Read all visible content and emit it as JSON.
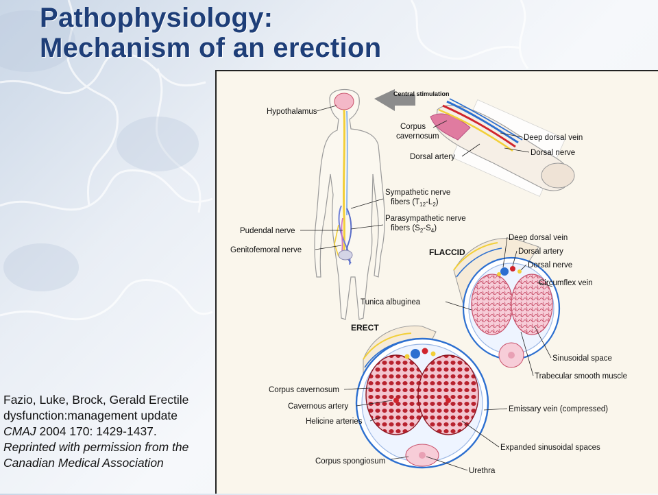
{
  "title": {
    "line1": "Pathophysiology:",
    "line2": "Mechanism of an erection"
  },
  "figure": {
    "body_labels": {
      "hypothalamus": "Hypothalamus",
      "central_stimulation": "Central stimulation",
      "sympathetic_line1": "Sympathetic nerve",
      "sympathetic_line2": "fibers (T",
      "sympathetic_sub1": "12",
      "sympathetic_sep": "-L",
      "sympathetic_sub2": "2",
      "sympathetic_close": ")",
      "parasympathetic_line1": "Parasympathetic nerve",
      "parasympathetic_line2": "fibers (S",
      "parasympathetic_sub1": "2",
      "parasympathetic_sep": "-S",
      "parasympathetic_sub2": "4",
      "parasympathetic_close": ")",
      "pudendal": "Pudendal nerve",
      "genitofemoral": "Genitofemoral nerve"
    },
    "penis_labels": {
      "corpus_cavernosum_line1": "Corpus",
      "corpus_cavernosum_line2": "cavernosum",
      "deep_dorsal_vein": "Deep dorsal vein",
      "dorsal_nerve": "Dorsal nerve",
      "dorsal_artery": "Dorsal artery"
    },
    "flaccid": {
      "heading": "FLACCID",
      "deep_dorsal_vein": "Deep dorsal vein",
      "dorsal_artery": "Dorsal artery",
      "dorsal_nerve": "Dorsal nerve",
      "circumflex_vein": "Circumflex vein",
      "tunica_albuginea": "Tunica albuginea",
      "sinusoidal_space": "Sinusoidal space",
      "trabecular_smooth_muscle": "Trabecular smooth muscle"
    },
    "erect": {
      "heading": "ERECT",
      "corpus_cavernosum": "Corpus cavernosum",
      "cavernous_artery": "Cavernous artery",
      "helicine_arteries": "Helicine arteries",
      "corpus_spongiosum": "Corpus spongiosum",
      "emissary_vein": "Emissary vein (compressed)",
      "expanded_sinusoidal_spaces": "Expanded sinusoidal spaces",
      "urethra": "Urethra"
    }
  },
  "citation": {
    "line1": "Fazio, Luke, Brock, Gerald Erectile",
    "line2": "dysfunction:management update",
    "line3_journal": "CMAJ",
    "line3_rest": " 2004 170: 1429-1437.",
    "line4": "Reprinted with permission from the",
    "line5": "Canadian Medical Association"
  },
  "colors": {
    "title": "#1e3e78",
    "figure_background": "#faf6ec",
    "tissue_pink": "#f4b8c8",
    "erect_red": "#b8222e",
    "vein_blue": "#2c6fd0",
    "artery_red": "#d0242c",
    "nerve_yellow": "#f2cf38"
  }
}
